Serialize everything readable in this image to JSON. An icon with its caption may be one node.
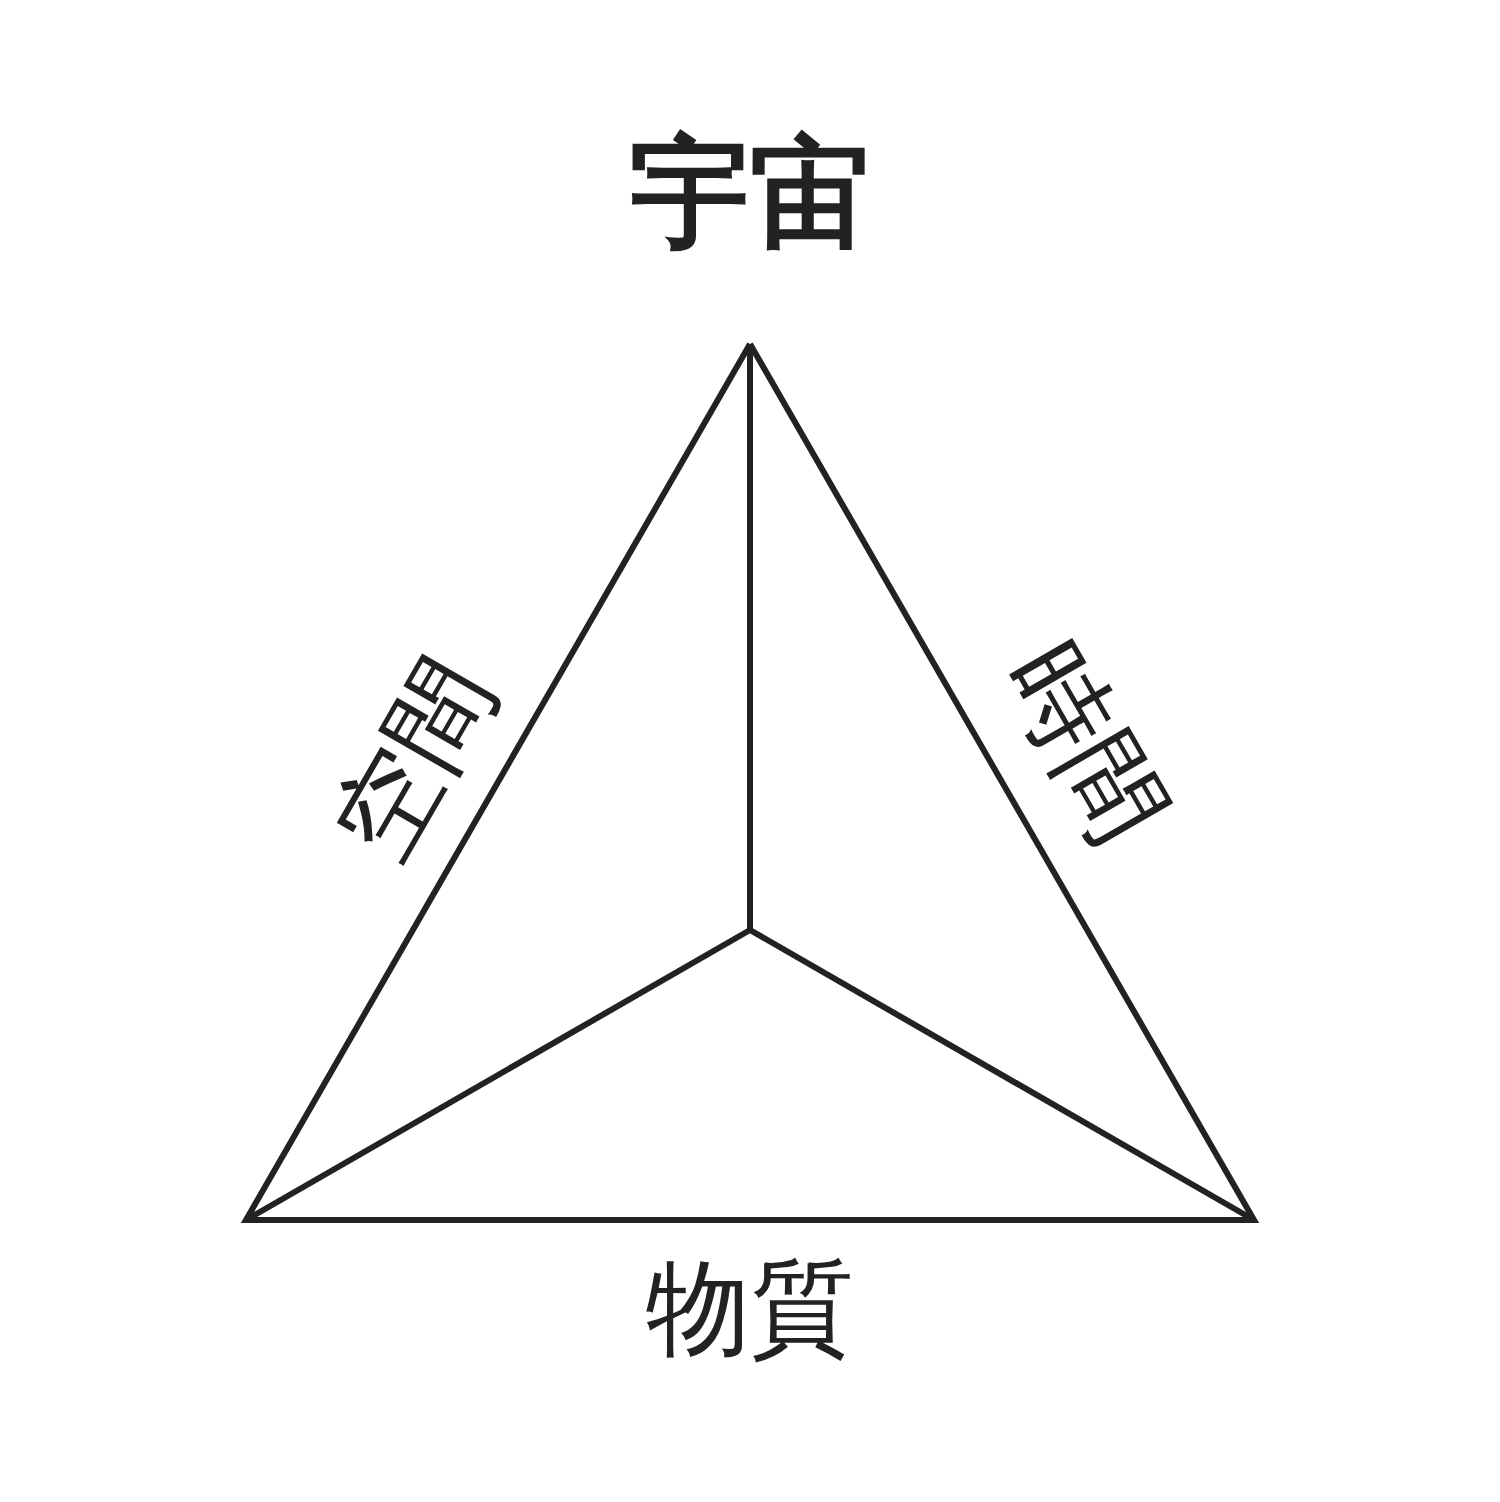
{
  "diagram": {
    "title": "宇宙",
    "labels": [
      "空間",
      "時間",
      "物質"
    ]
  }
}
